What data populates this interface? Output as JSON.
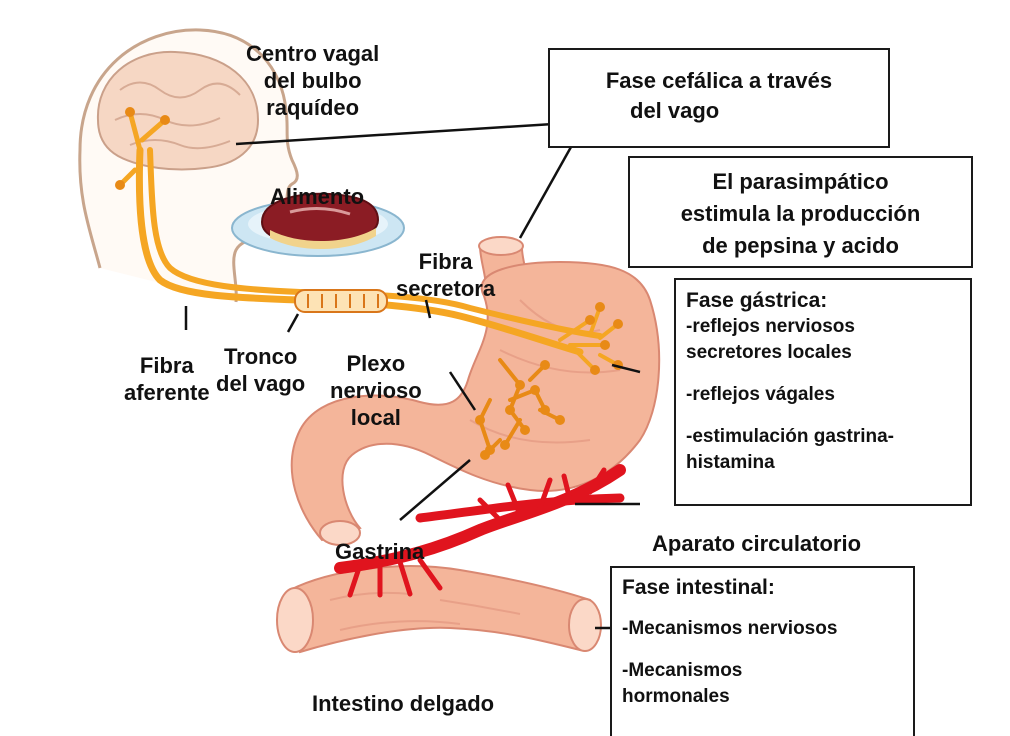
{
  "labels": {
    "centro_vagal": [
      "Centro vagal",
      "del bulbo",
      "raquídeo"
    ],
    "alimento": "Alimento",
    "fibra_secretora": [
      "Fibra",
      "secretora"
    ],
    "fibra_aferente": [
      "Fibra",
      "aferente"
    ],
    "tronco_vago": [
      "Tronco",
      "del vago"
    ],
    "plexo": [
      "Plexo",
      "nervioso",
      "local"
    ],
    "gastrina": "Gastrina",
    "aparato_circulatorio": "Aparato circulatorio",
    "intestino_delgado": "Intestino delgado"
  },
  "boxes": {
    "fase_cefalica": [
      "Fase cefálica a través",
      "del vago"
    ],
    "parasimpatico": [
      "El parasimpático",
      "estimula la producción",
      "de pepsina y acido"
    ],
    "fase_gastrica": {
      "title": "Fase gástrica:",
      "items": [
        [
          "-reflejos nerviosos",
          "secretores locales"
        ],
        [
          "-reflejos vágales"
        ],
        [
          "-estimulación gastrina-",
          "histamina"
        ]
      ]
    },
    "fase_intestinal": {
      "title": "Fase intestinal:",
      "items": [
        [
          "-Mecanismos nerviosos"
        ],
        [
          "-Mecanismos",
          "hormonales"
        ]
      ]
    }
  },
  "colors": {
    "nerve": "#f5a623",
    "nerve_dark": "#d9761a",
    "blood": "#e0141e",
    "tissue": "#f4b59a",
    "tissue_dark": "#d98872",
    "head_outline": "#c8a58c"
  }
}
